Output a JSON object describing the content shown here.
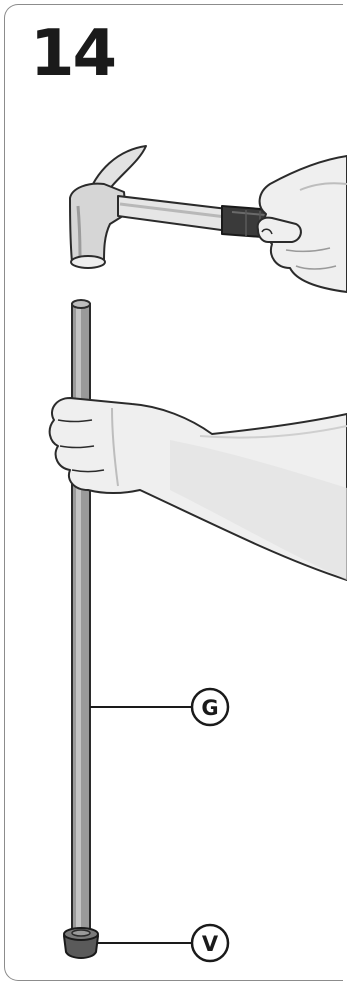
{
  "step": {
    "number": "14"
  },
  "callouts": {
    "rod": "G",
    "cap": "V"
  },
  "colors": {
    "outline": "#2b2b2b",
    "rod_fill": "#9a9a9a",
    "rod_highlight": "#c4c4c4",
    "skin_fill": "#efefef",
    "hammer_head": "#dadada",
    "handle_dark": "#3a3a3a",
    "cap_fill": "#5a5a5a"
  },
  "icons": [
    "hammer-icon",
    "hand-icon",
    "rod-icon",
    "cap-icon"
  ]
}
